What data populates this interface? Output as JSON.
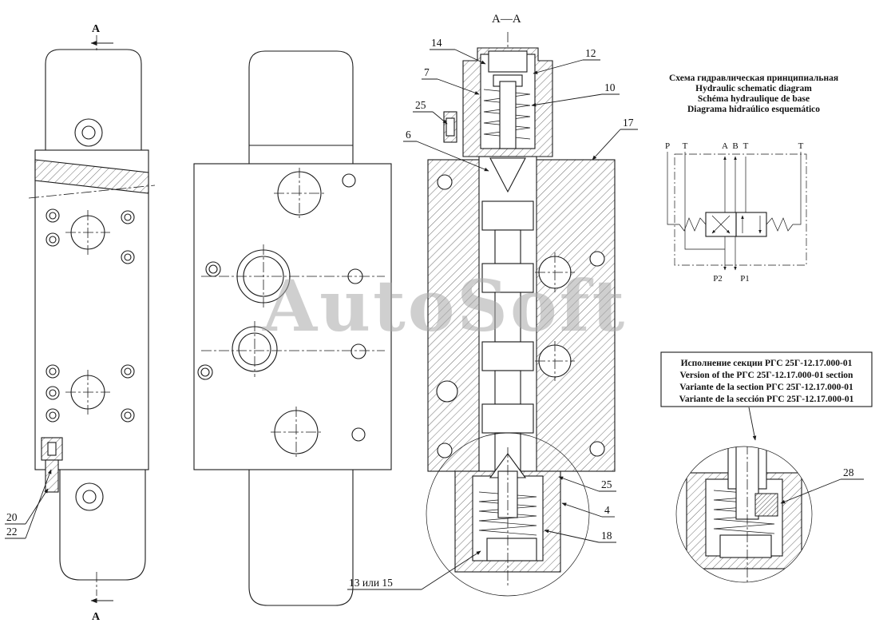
{
  "watermark": "AutoSoft",
  "section_marks": {
    "top": "A",
    "bottom": "A"
  },
  "section_view": {
    "title": "А—А"
  },
  "callouts": {
    "c14": "14",
    "c7": "7",
    "c25_top": "25",
    "c6": "6",
    "c12": "12",
    "c10": "10",
    "c17": "17",
    "c25_bottom": "25",
    "c4": "4",
    "c18": "18",
    "c20": "20",
    "c22": "22",
    "c28": "28",
    "c13_or_15": "13 или 15"
  },
  "schematic": {
    "title_ru": "Схема гидравлическая принципиальная",
    "title_en": "Hydraulic schematic diagram",
    "title_fr": "Schéma hydraulique de base",
    "title_es": "Diagrama hidraúlico esquemático",
    "ports": {
      "p": "P",
      "t_left": "T",
      "a": "A",
      "b": "B",
      "t_mid": "T",
      "t_right": "T",
      "p2": "P2",
      "p1": "P1"
    }
  },
  "version_note": {
    "line_ru": "Исполнение секции РГС 25Г-12.17.000-01",
    "line_en": "Version of the РГС 25Г-12.17.000-01 section",
    "line_fr": "Variante de la section РГС 25Г-12.17.000-01",
    "line_es": "Variante de la sección РГС 25Г-12.17.000-01"
  },
  "colors": {
    "line": "#1a1a1a",
    "background": "#ffffff",
    "watermark": "#a8a8a8"
  }
}
